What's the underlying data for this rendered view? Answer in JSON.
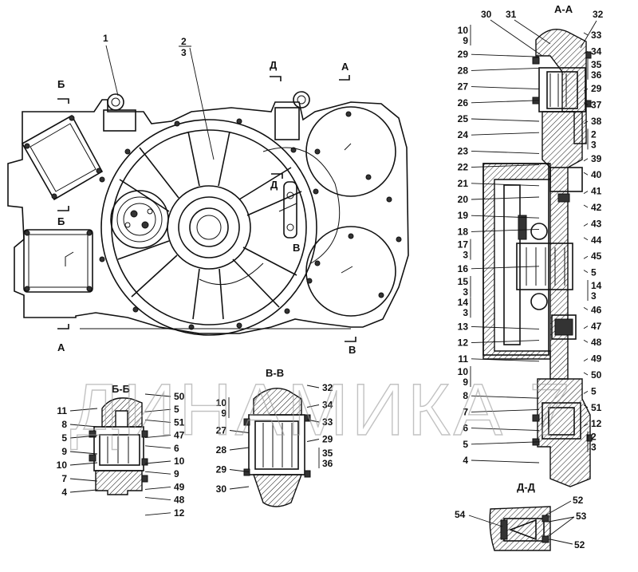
{
  "watermark": "ДИНАМИКА 7",
  "sections": {
    "aa": "А-А",
    "bb": "Б-Б",
    "vv": "В-В",
    "dd": "Д-Д"
  },
  "cut_marks": {
    "b_top": "Б",
    "b_bottom": "Б",
    "a_left": "А",
    "a_right": "А",
    "d_top": "Д",
    "d_mid": "Д",
    "v_mid": "В",
    "v_bottom": "В"
  },
  "main_view_callouts": [
    "1",
    "2",
    "3"
  ],
  "aa_callouts": {
    "left": [
      {
        "n": "10",
        "d": "9"
      },
      "29",
      "28",
      "27",
      "26",
      "25",
      "24",
      "23",
      "22",
      "21",
      "20",
      "19",
      "18",
      {
        "n": "17",
        "d": "3"
      },
      "16",
      {
        "n": "15",
        "d": "3"
      },
      {
        "n": "14",
        "d": "3"
      },
      "13",
      "12",
      "11",
      {
        "n": "10",
        "d": "9"
      },
      "8",
      "7",
      "6",
      "5",
      "4"
    ],
    "top": [
      "30",
      "31",
      "32"
    ],
    "right": [
      "33",
      "34",
      {
        "n": "35",
        "d": "36"
      },
      "29",
      "37",
      "38",
      {
        "n": "2",
        "d": "3"
      },
      "39",
      "40",
      "41",
      "42",
      "43",
      "44",
      "45",
      "5",
      {
        "n": "14",
        "d": "3"
      },
      "46",
      "47",
      "48",
      "49",
      "50",
      "5",
      "51",
      "12",
      {
        "n": "2",
        "d": "3"
      }
    ]
  },
  "bb_callouts": {
    "left": [
      "11",
      "8",
      "5",
      "9",
      "10",
      "7",
      "4"
    ],
    "right": [
      "50",
      "5",
      "51",
      "47",
      "6",
      "10",
      "9",
      "49",
      "48",
      "12"
    ]
  },
  "vv_callouts": {
    "left": [
      {
        "n": "10",
        "d": "9"
      },
      "27",
      "28",
      "29",
      "30"
    ],
    "right": [
      "32",
      "34",
      "33",
      "29",
      {
        "n": "35",
        "d": "36"
      }
    ]
  },
  "dd_callouts": [
    "54",
    "52",
    "53",
    "52"
  ]
}
